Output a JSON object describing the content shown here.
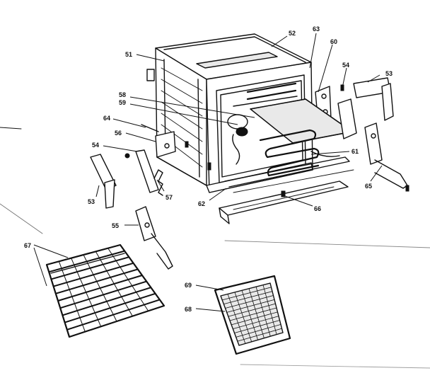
{
  "callouts": {
    "c51": "51",
    "c52": "52",
    "c63": "63",
    "c60": "60",
    "c54_right": "54",
    "c53_right": "53",
    "c58": "58",
    "c59": "59",
    "c64": "64",
    "c56": "56",
    "c54_left": "54",
    "c61": "61",
    "c65": "65",
    "c53_left": "53",
    "c57": "57",
    "c62": "62",
    "c66": "66",
    "c55": "55",
    "c67": "67",
    "c69": "69",
    "c68": "68"
  }
}
